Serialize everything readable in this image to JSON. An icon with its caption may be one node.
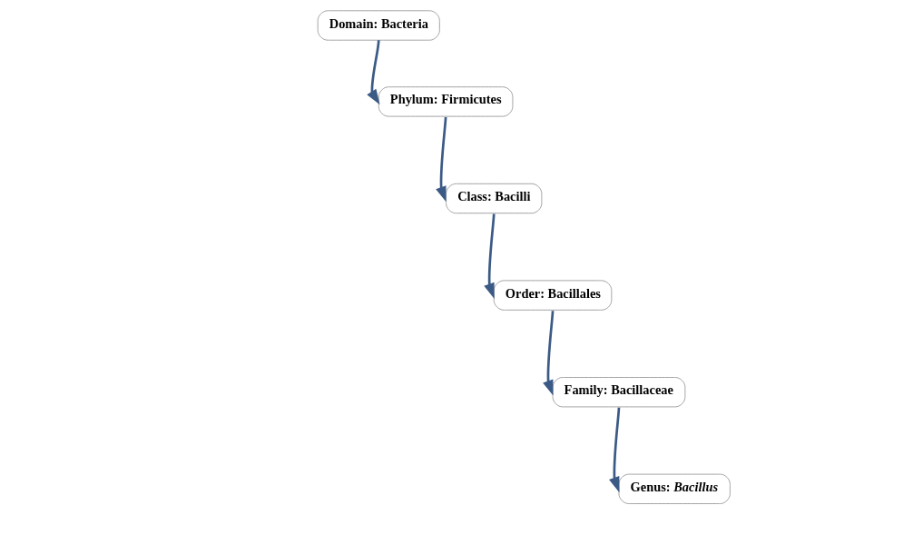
{
  "diagram": {
    "nodes": [
      {
        "text": [
          "Domain: Bacteria"
        ]
      },
      {
        "text": [
          "Phylum: Firmicutes"
        ]
      },
      {
        "text": [
          "Class: Bacilli"
        ]
      },
      {
        "text": [
          "Order: Bacillales"
        ]
      },
      {
        "text": [
          "Family: Bacillaceae"
        ]
      },
      {
        "text": [
          "Genus: *Bacillus*"
        ]
      }
    ],
    "edges": [
      {
        "from": 0,
        "to": 1,
        "arrow": "to"
      },
      {
        "from": 1,
        "to": 2,
        "arrow": "to"
      },
      {
        "from": 2,
        "to": 3,
        "arrow": "to"
      },
      {
        "from": 3,
        "to": 4,
        "arrow": "to"
      },
      {
        "from": 4,
        "to": 5,
        "arrow": "to"
      }
    ]
  }
}
